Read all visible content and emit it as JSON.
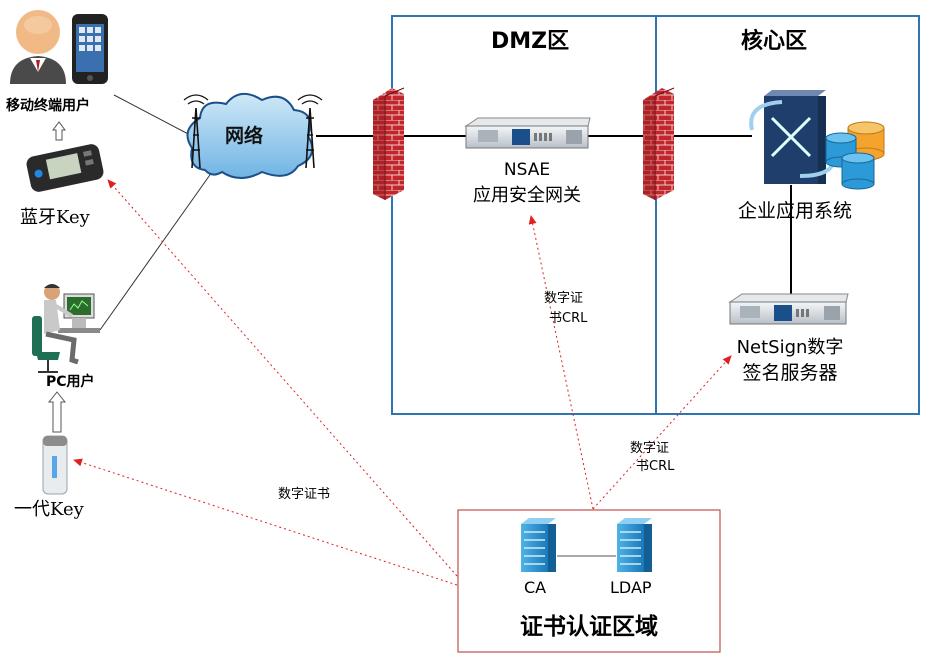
{
  "zones": {
    "dmz": "DMZ区",
    "core": "核心区",
    "ca_area": "证书认证区域"
  },
  "nodes": {
    "mobile_user": "移动终端用户",
    "bluetooth_key": "蓝牙Key",
    "network": "网络",
    "pc_user": "PC用户",
    "gen1_key": "一代Key",
    "nsae_line1": "NSAE",
    "nsae_line2": "应用安全网关",
    "enterprise_system": "企业应用系统",
    "netsign_line1": "NetSign数字",
    "netsign_line2": "签名服务器",
    "ca": "CA",
    "ldap": "LDAP"
  },
  "edges": {
    "cert": "数字证书",
    "cert_crl_nsae_line1": "数字证",
    "cert_crl_nsae_line2": "书CRL",
    "cert_crl_netsign_line1": "数字证",
    "cert_crl_netsign_line2": "书CRL"
  },
  "colors": {
    "zone_border": "#2E75B6",
    "ca_border": "#C0504D",
    "cert_arrow": "#E02020",
    "firewall": "#C0262C",
    "server_blue": "#1E88C8"
  },
  "icons": [
    "user-avatar-icon",
    "smartphone-icon",
    "bluetooth-key-icon",
    "cloud-icon",
    "pc-user-icon",
    "usb-key-icon",
    "firewall-icon",
    "appliance-icon",
    "database-icon",
    "server-icon"
  ]
}
